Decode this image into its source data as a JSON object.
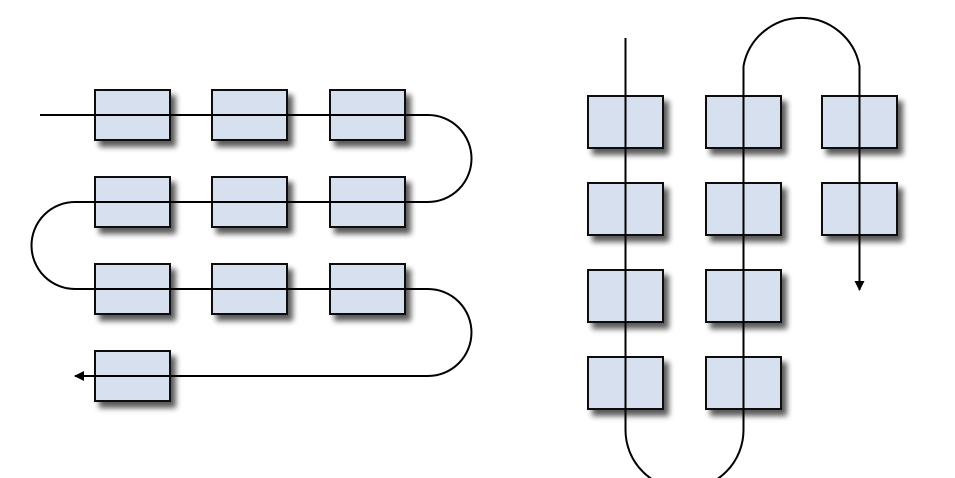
{
  "colors": {
    "box_fill": "#d6e0ee",
    "box_stroke": "#111111",
    "line": "#000000",
    "shadow": "#000000",
    "background": "#ffffff"
  },
  "left_diagram": {
    "flow": "row-major",
    "rows": [
      3,
      3,
      3,
      1
    ]
  },
  "right_diagram": {
    "flow": "column-major",
    "columns": [
      4,
      4,
      2
    ]
  }
}
